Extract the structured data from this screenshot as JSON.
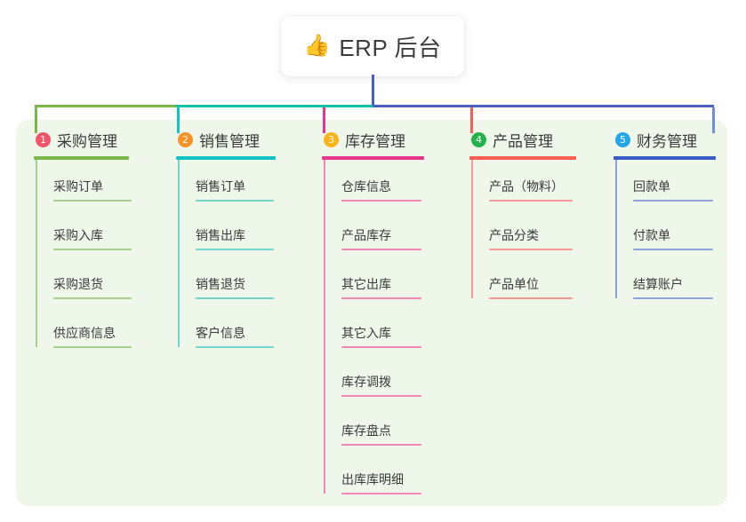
{
  "root": {
    "icon": "thumbs-up-icon",
    "emoji": "👍",
    "title": "ERP 后台"
  },
  "palette": {
    "panel_bg": "#eef7e9",
    "page_bg": "#ffffff",
    "text": "#3a3a3a",
    "root_stem": "#4a5fc1",
    "bus_left_green": "#7ab648",
    "bus_mid_teal": "#13c2a6",
    "bus_right_indigo": "#4a5fc1"
  },
  "columns": [
    {
      "number": "1",
      "title": "采购管理",
      "badge_color": "#f2556a",
      "line_color": "#7ab648",
      "leaf_line_color": "#a9cf8e",
      "stub_color": "#7ab648",
      "items": [
        "采购订单",
        "采购入库",
        "采购退货",
        "供应商信息"
      ]
    },
    {
      "number": "2",
      "title": "销售管理",
      "badge_color": "#f79226",
      "line_color": "#13c2c2",
      "leaf_line_color": "#72d6ce",
      "stub_color": "#13c2c2",
      "items": [
        "销售订单",
        "销售出库",
        "销售退货",
        "客户信息"
      ]
    },
    {
      "number": "3",
      "title": "库存管理",
      "badge_color": "#fbb417",
      "line_color": "#e8368f",
      "leaf_line_color": "#ef86b5",
      "stub_color": "#e8368f",
      "items": [
        "仓库信息",
        "产品库存",
        "其它出库",
        "其它入库",
        "库存调拨",
        "库存盘点",
        "出库库明细"
      ]
    },
    {
      "number": "4",
      "title": "产品管理",
      "badge_color": "#24b24c",
      "line_color": "#f95d53",
      "leaf_line_color": "#f79b94",
      "stub_color": "#f95d53",
      "items": [
        "产品（物料）",
        "产品分类",
        "产品单位"
      ]
    },
    {
      "number": "5",
      "title": "财务管理",
      "badge_color": "#25a6e9",
      "line_color": "#3b5bc4",
      "leaf_line_color": "#8ea4dd",
      "stub_color": "#6f8ed6",
      "items": [
        "回款单",
        "付款单",
        "结算账户"
      ]
    }
  ]
}
